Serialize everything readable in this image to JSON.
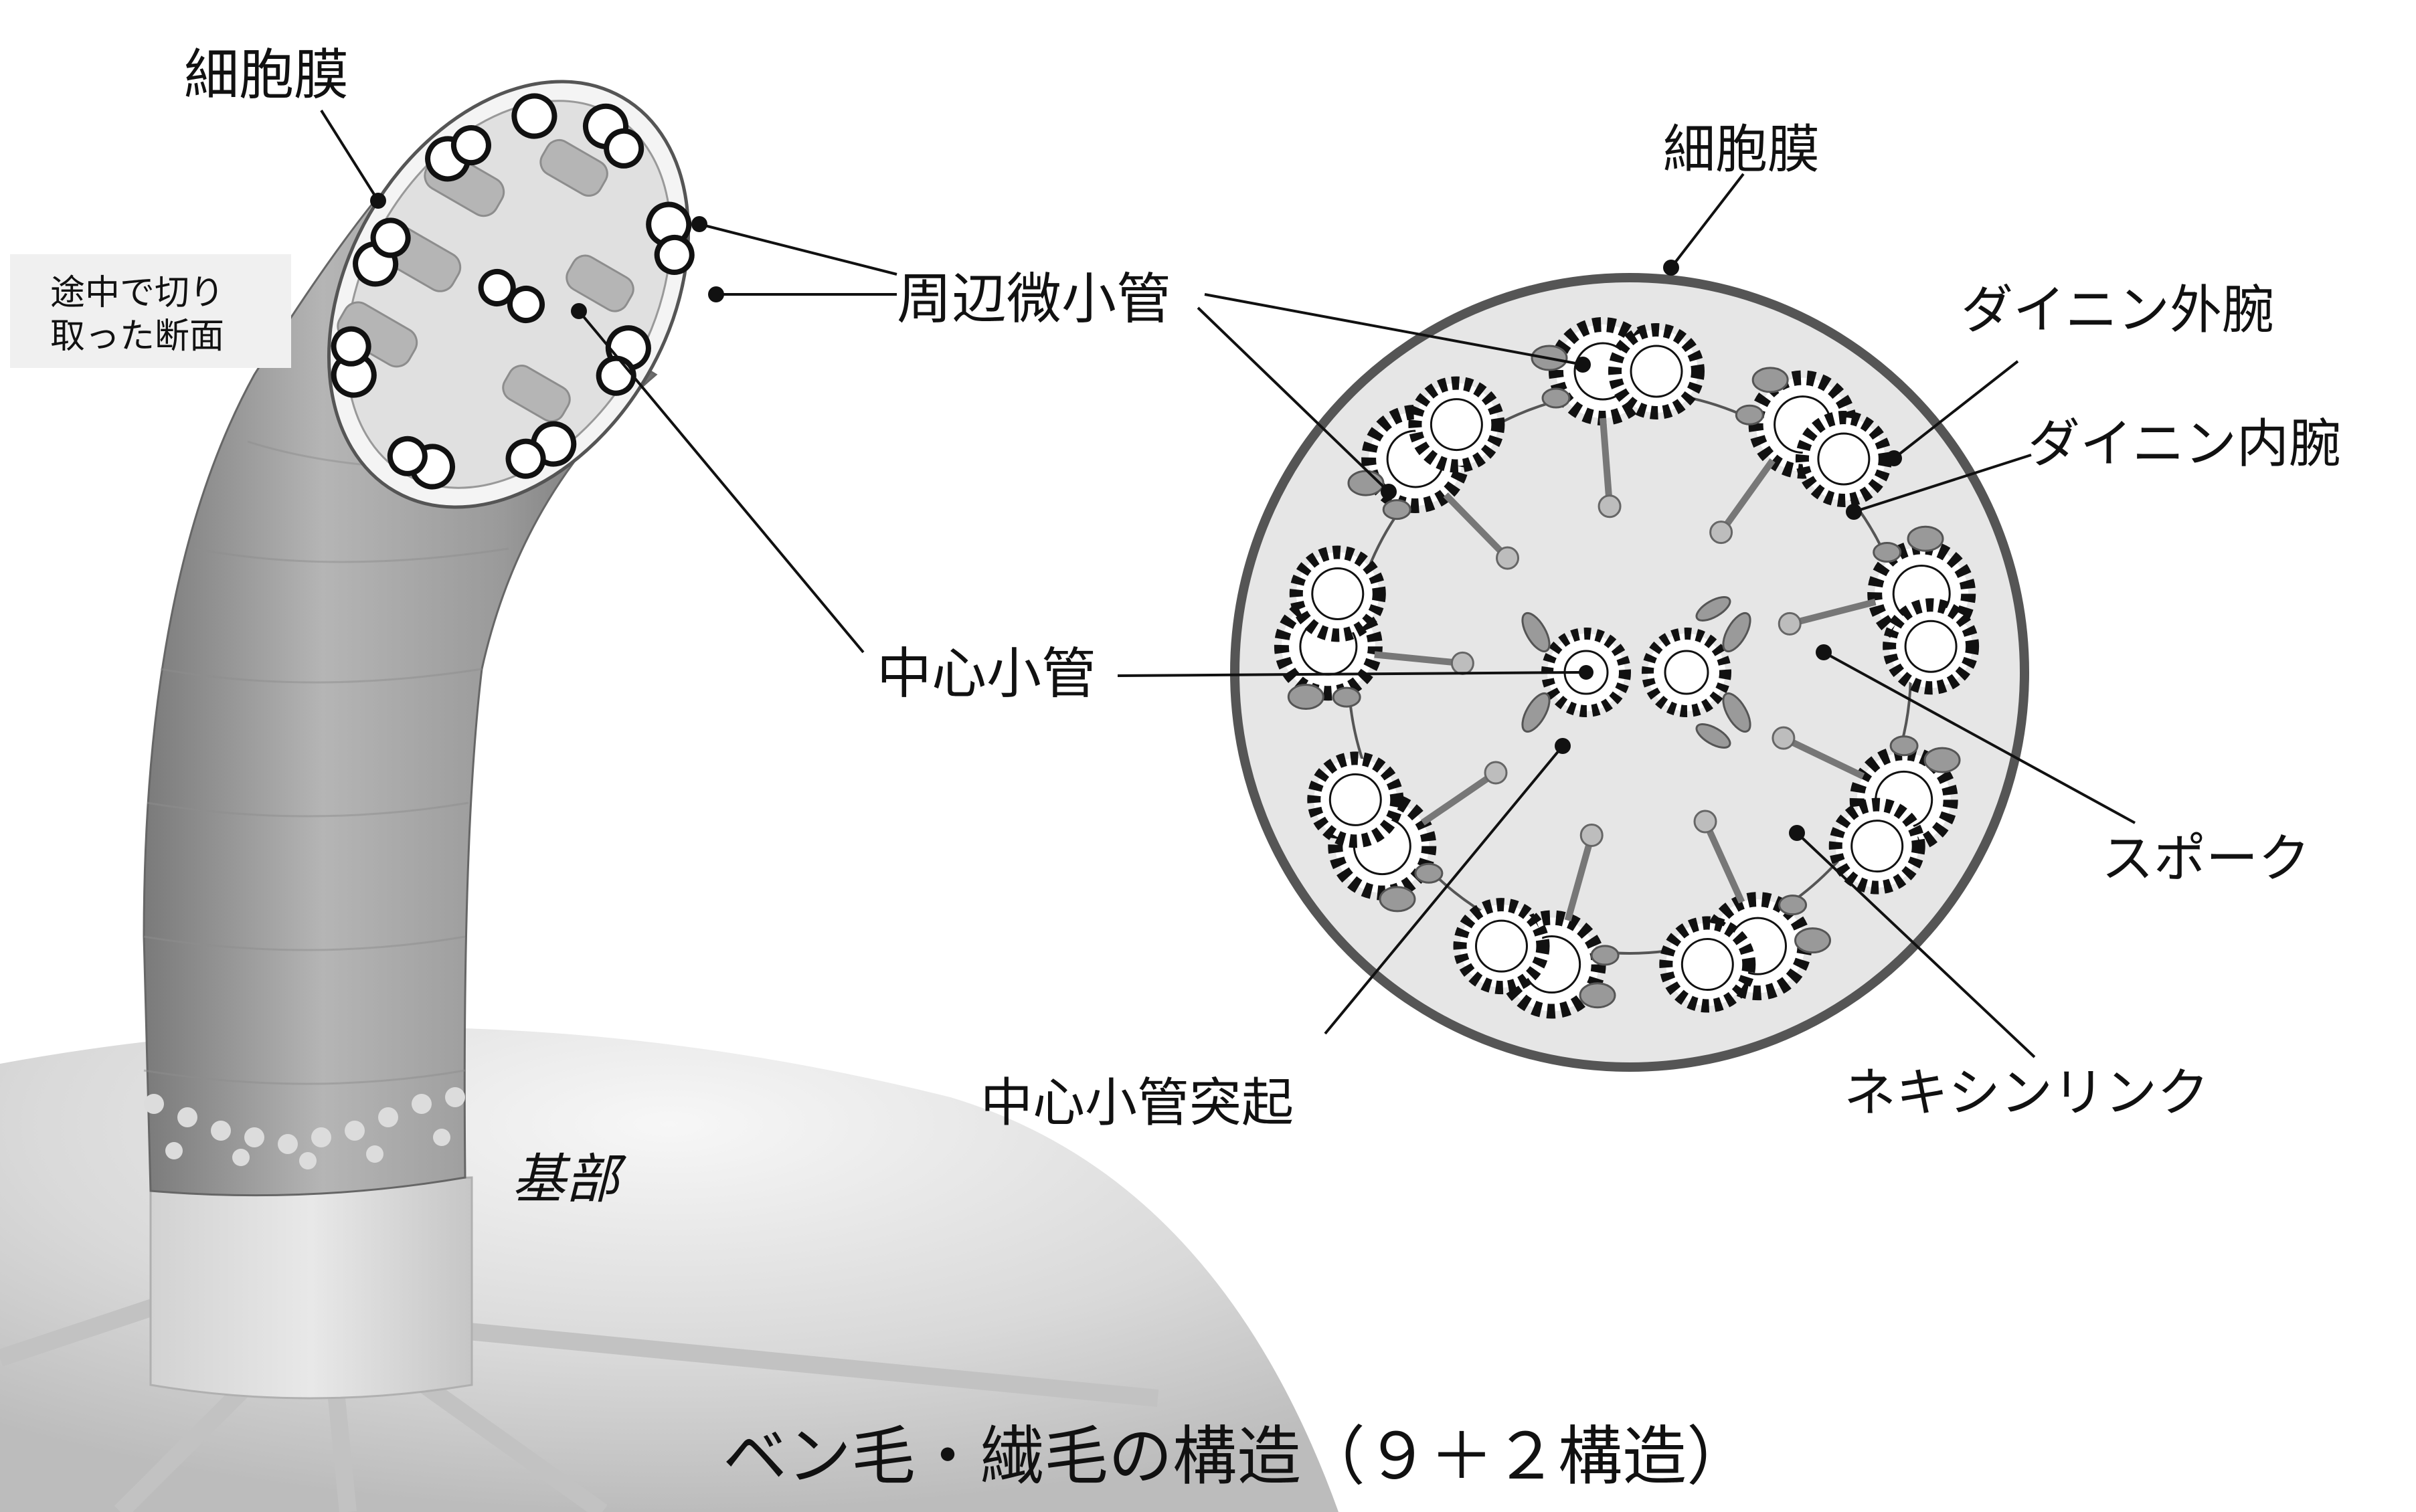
{
  "title": "ベン毛・繊毛の構造（９＋２構造）",
  "left_view": {
    "membrane_label": "細胞膜",
    "section_note_line1": "途中で切り",
    "section_note_line2": "取った断面",
    "base_label": "基部"
  },
  "cross_section": {
    "membrane_label": "細胞膜",
    "peripheral_label": "周辺微小管",
    "central_label": "中心小管",
    "central_projection_label": "中心小管突起",
    "outer_arm_label": "ダイニン外腕",
    "inner_arm_label": "ダイニン内腕",
    "spoke_label": "スポーク",
    "nexin_label": "ネキシンリンク"
  },
  "colors": {
    "membrane_ring": "#555555",
    "cross_fill": "#e6e6e6",
    "tubule_ring": "#111111",
    "dynein_arm": "#999999",
    "stalk": "#bdbdbd"
  }
}
